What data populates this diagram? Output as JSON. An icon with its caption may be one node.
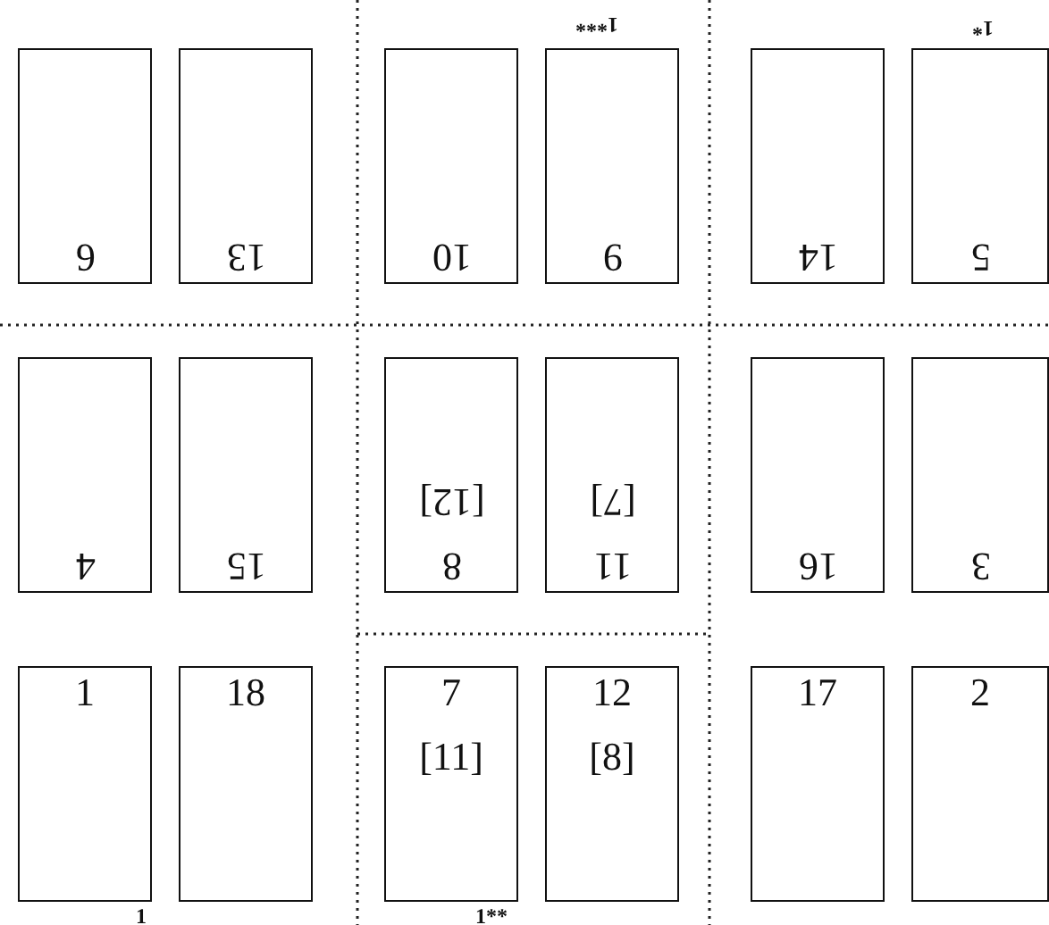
{
  "diagram": {
    "nodes": [
      {
        "text": [
          "6"
        ]
      },
      {
        "text": [
          "13"
        ]
      },
      {
        "text": [
          "10"
        ]
      },
      {
        "text": [
          "9"
        ]
      },
      {
        "text": [
          "14"
        ]
      },
      {
        "text": [
          "5"
        ]
      },
      {
        "text": [
          "4"
        ]
      },
      {
        "text": [
          "15"
        ]
      },
      {
        "text": [
          "8",
          "[12]"
        ]
      },
      {
        "text": [
          "11",
          "[7]"
        ]
      },
      {
        "text": [
          "16"
        ]
      },
      {
        "text": [
          "3"
        ]
      },
      {
        "text": [
          "1"
        ]
      },
      {
        "text": [
          "18"
        ]
      },
      {
        "text": [
          "7",
          "[11]"
        ]
      },
      {
        "text": [
          "12",
          "[8]"
        ]
      },
      {
        "text": [
          "17"
        ]
      },
      {
        "text": [
          "2"
        ]
      }
    ],
    "labels": [
      "1***",
      "1*",
      "1",
      "1**"
    ]
  }
}
